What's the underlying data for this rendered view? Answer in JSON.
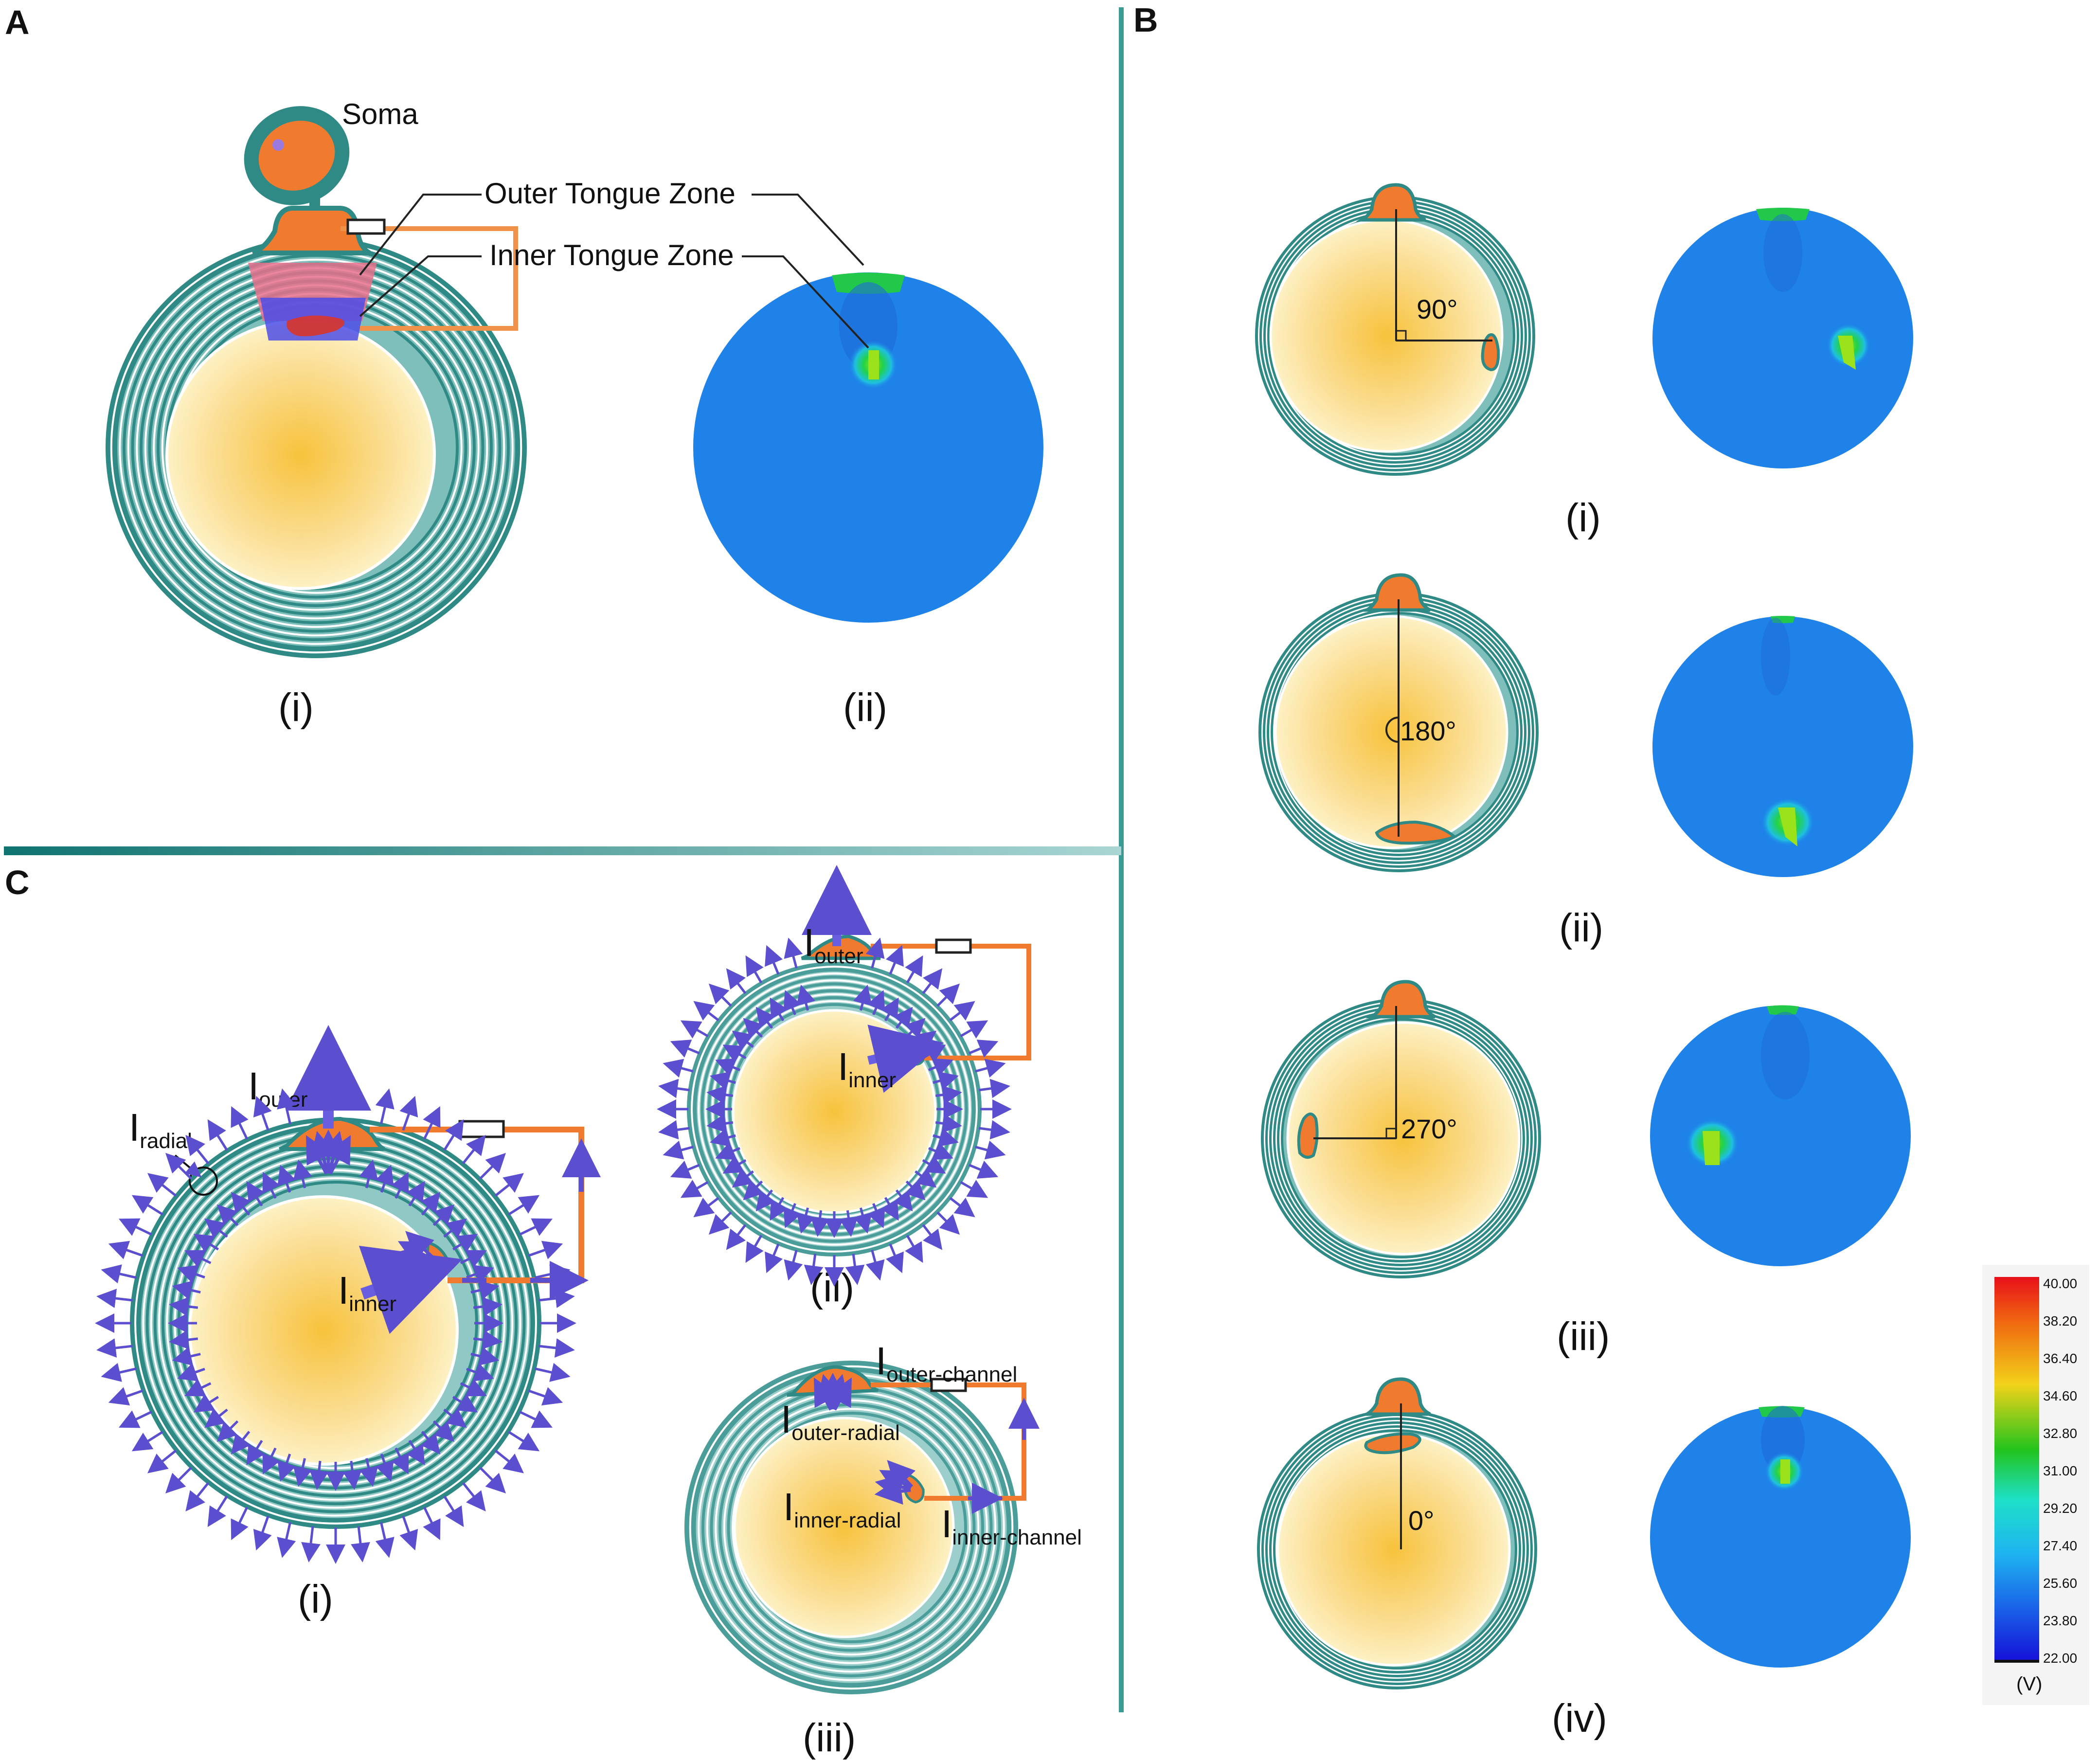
{
  "panels": {
    "A": {
      "letter": "A",
      "sub_i": "(i)",
      "sub_ii": "(ii)",
      "labels": {
        "soma": "Soma",
        "outer_zone": "Outer Tongue Zone",
        "inner_zone": "Inner Tongue Zone"
      }
    },
    "B": {
      "letter": "B",
      "rows": [
        {
          "angle": "90°",
          "label": "(i)"
        },
        {
          "angle": "180°",
          "label": "(ii)"
        },
        {
          "angle": "270°",
          "label": "(iii)"
        },
        {
          "angle": "0°",
          "label": "(iv)"
        }
      ]
    },
    "C": {
      "letter": "C",
      "sub_i": "(i)",
      "sub_ii": "(ii)",
      "sub_iii": "(iii)",
      "i": {
        "outer": "outer",
        "inner": "inner",
        "radial": "radial"
      },
      "ii": {
        "outer": "outer",
        "inner": "inner"
      },
      "iii": {
        "outer_channel": "outer-channel",
        "outer_radial": "outer-radial",
        "inner_radial": "inner-radial",
        "inner_channel": "inner-channel"
      },
      "current_symbol": "I"
    }
  },
  "colorbar": {
    "ticks": [
      "40.00",
      "38.20",
      "36.40",
      "34.60",
      "32.80",
      "31.00",
      "29.20",
      "27.40",
      "25.60",
      "23.80",
      "22.00"
    ],
    "unit": "(V)"
  },
  "colors": {
    "myelin": "#2f8a86",
    "myelin_light": "#7fbfbb",
    "axon_center": "#f7c23c",
    "axon_edge": "#fdf1c4",
    "tongue": "#f07a2e",
    "field_blue": "#1e82e8",
    "arrow": "#5b4fd0",
    "divider": "#3a9a96"
  }
}
